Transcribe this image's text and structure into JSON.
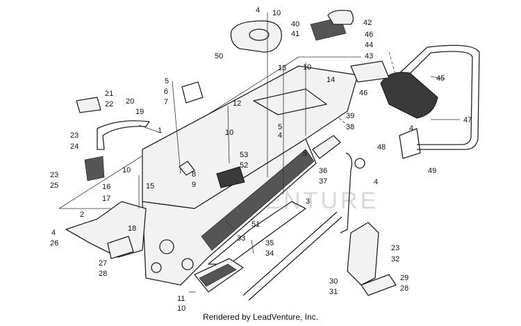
{
  "watermark": "LEADVENTURE",
  "credit": "Rendered by LeadVenture, Inc.",
  "callouts": [
    "1",
    "2",
    "3",
    "4",
    "4",
    "4",
    "4",
    "4",
    "5",
    "5",
    "5",
    "6",
    "7",
    "8",
    "9",
    "10",
    "10",
    "10",
    "10",
    "10",
    "11",
    "12",
    "13",
    "14",
    "15",
    "16",
    "17",
    "18",
    "19",
    "20",
    "21",
    "22",
    "23",
    "23",
    "23",
    "24",
    "25",
    "26",
    "27",
    "28",
    "28",
    "29",
    "30",
    "31",
    "32",
    "33",
    "34",
    "35",
    "36",
    "37",
    "38",
    "39",
    "40",
    "41",
    "42",
    "43",
    "44",
    "45",
    "46",
    "46",
    "47",
    "48",
    "49",
    "50",
    "51",
    "52",
    "53"
  ]
}
